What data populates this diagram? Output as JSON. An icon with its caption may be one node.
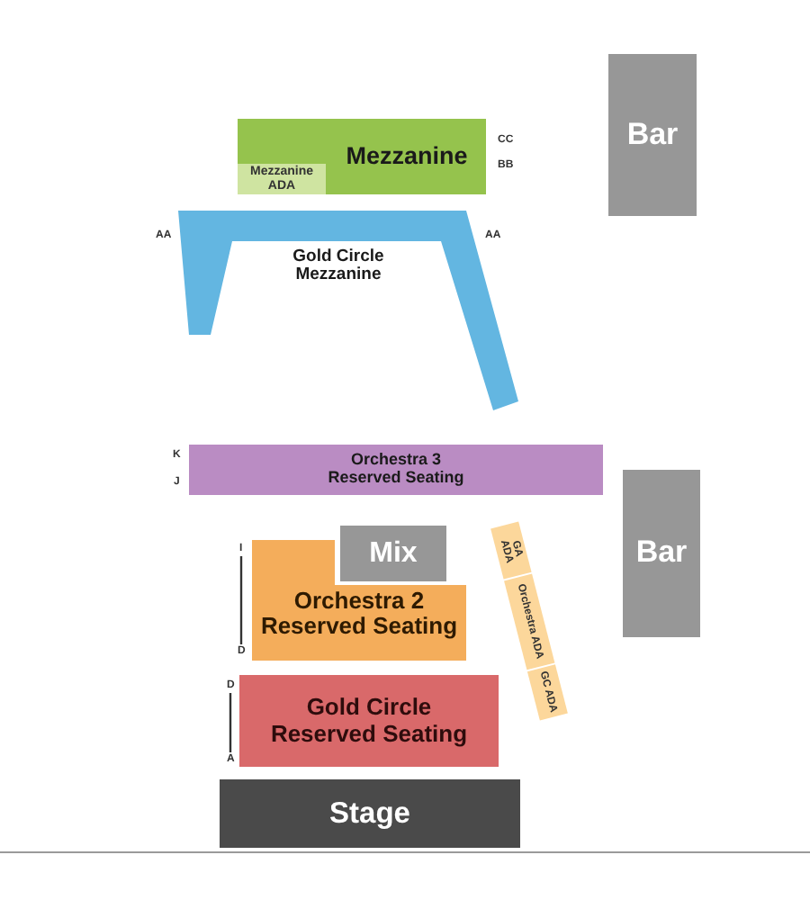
{
  "diagram": {
    "nodes": [
      {
        "text": [
          "Bar"
        ]
      },
      {
        "text": [
          "Mezzanine"
        ]
      },
      {
        "text": [
          "Mezzanine ADA"
        ],
        "in": 1
      },
      {
        "text": [
          "Gold Circle Mezzanine"
        ]
      },
      {
        "text": [
          "Orchestra 3 Reserved Seating"
        ]
      },
      {
        "text": [
          "Bar"
        ]
      },
      {
        "text": [
          "Mix"
        ]
      },
      {
        "text": [
          "Orchestra 2 Reserved Seating"
        ]
      },
      {
        "text": [
          "GA ADA"
        ]
      },
      {
        "text": [
          "Orchestra ADA"
        ]
      },
      {
        "text": [
          "GC ADA"
        ]
      },
      {
        "text": [
          "Gold Circle Reserved Seating"
        ]
      },
      {
        "text": [
          "Stage"
        ]
      }
    ],
    "labels": [
      "CC",
      "BB",
      "AA",
      "AA",
      "K",
      "J",
      "I",
      "D",
      "D",
      "A"
    ]
  }
}
